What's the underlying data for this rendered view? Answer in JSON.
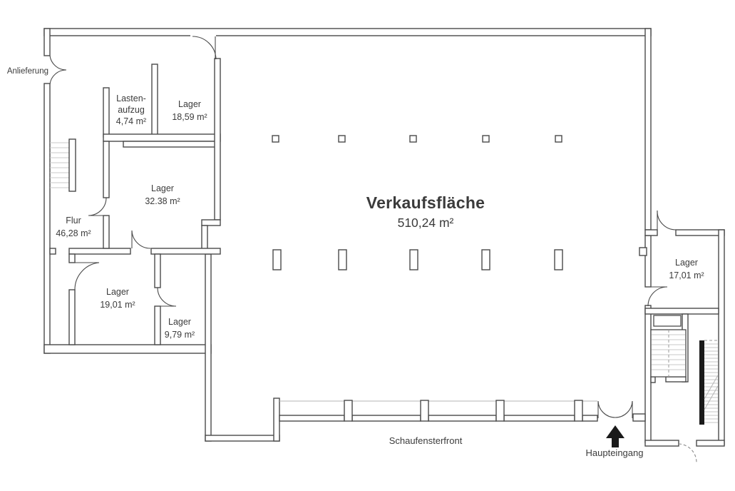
{
  "plan": {
    "main_area": {
      "name": "Verkaufsfläche",
      "area": "510,24 m²"
    },
    "rooms": [
      {
        "id": "lastenaufzug",
        "line1": "Lasten-",
        "line2": "aufzug",
        "area": "4,74 m²"
      },
      {
        "id": "lager-18",
        "name": "Lager",
        "area": "18,59 m²"
      },
      {
        "id": "lager-32",
        "name": "Lager",
        "area": "32.38 m²"
      },
      {
        "id": "flur",
        "name": "Flur",
        "area": "46,28 m²"
      },
      {
        "id": "lager-19",
        "name": "Lager",
        "area": "19,01 m²"
      },
      {
        "id": "lager-9",
        "name": "Lager",
        "area": "9,79 m²"
      },
      {
        "id": "lager-17",
        "name": "Lager",
        "area": "17,01 m²"
      }
    ],
    "labels": {
      "delivery": "Anlieferung",
      "shop_window": "Schaufensterfront",
      "main_entrance": "Haupteingang"
    },
    "colors": {
      "wall": "#4a4a4a",
      "text": "#3b3b3b",
      "stair_stringer": "#1a1a1a",
      "tread": "#c9c9c9",
      "glazing": "#8f8f8f",
      "background": "#ffffff"
    }
  }
}
